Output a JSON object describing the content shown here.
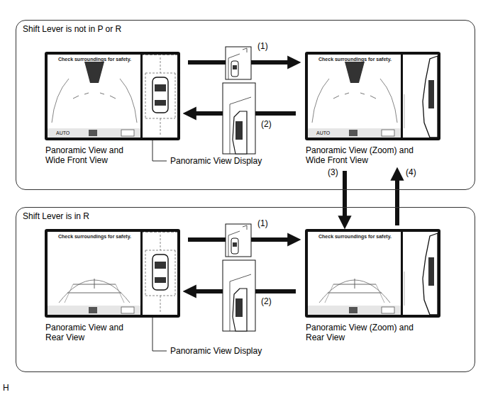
{
  "diagram": {
    "nodes": [
      {
        "text": [
          "Shift Lever is not in P or R"
        ]
      },
      {
        "text": [
          "Check surroundings for safety.",
          "AUTO",
          "Panoramic View and Wide Front View"
        ],
        "in": 0
      },
      {
        "text": [
          "Check surroundings for safety.",
          "AUTO",
          "Panoramic View (Zoom) and Wide Front View"
        ],
        "in": 0
      },
      {
        "text": [
          "Shift Lever is in R"
        ]
      },
      {
        "text": [
          "Check surroundings for safety.",
          "Panoramic View and Rear View"
        ],
        "in": 3
      },
      {
        "text": [
          "Check surroundings for safety.",
          "Panoramic View (Zoom) and Rear View"
        ],
        "in": 3
      }
    ],
    "edges": [
      {
        "from": 1,
        "to": 2,
        "label": "(1)",
        "arrow": "to"
      },
      {
        "from": 2,
        "to": 1,
        "label": "(2)",
        "arrow": "to"
      },
      {
        "from": 2,
        "to": 5,
        "label": "(3)",
        "arrow": "to"
      },
      {
        "from": 5,
        "to": 2,
        "label": "(4)",
        "arrow": "to"
      },
      {
        "from": 4,
        "to": 5,
        "label": "(1)",
        "arrow": "to"
      },
      {
        "from": 5,
        "to": 4,
        "label": "(2)",
        "arrow": "to"
      }
    ],
    "labels": [
      "Panoramic View Display",
      "Panoramic View Display",
      "H"
    ]
  }
}
